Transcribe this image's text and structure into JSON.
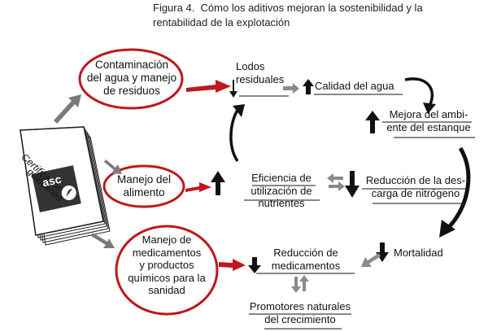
{
  "caption": {
    "figure_label": "Figura 4.",
    "title_line1": "Cómo los aditivos mejoran la sostenibilidad y la",
    "title_line2": "rentabilidad de la explotación"
  },
  "book": {
    "title_line1": "Certification",
    "title_line2": "guidelines",
    "logo_text": "asc"
  },
  "inputs": {
    "contamination": [
      "Contaminación",
      "del agua y manejo",
      "de residuos"
    ],
    "feed": [
      "Manejo del",
      "alimento"
    ],
    "medication": [
      "Manejo de",
      "medicamentos",
      "y productos",
      "químicos para la",
      "sanidad"
    ]
  },
  "nodes": {
    "lodos": [
      "Lodos",
      "residuales"
    ],
    "calidad": "Calidad del agua",
    "mejora": [
      "Mejora del ambi-",
      "ente del estanque"
    ],
    "eficiencia": [
      "Eficiencia de",
      "utilización de",
      "nutrientes"
    ],
    "reduccion_n": [
      "Reducción de la des-",
      "carga de nitrógeno"
    ],
    "mortalidad": "Mortalidad",
    "reduccion_med": [
      "Reducción de",
      "medicamentos"
    ],
    "promotores": [
      "Promotores naturales",
      "del crecimiento"
    ]
  },
  "colors": {
    "highlight_red": "#c0171d",
    "arrow_gray": "#7a7a7a",
    "arrow_black": "#111111"
  }
}
